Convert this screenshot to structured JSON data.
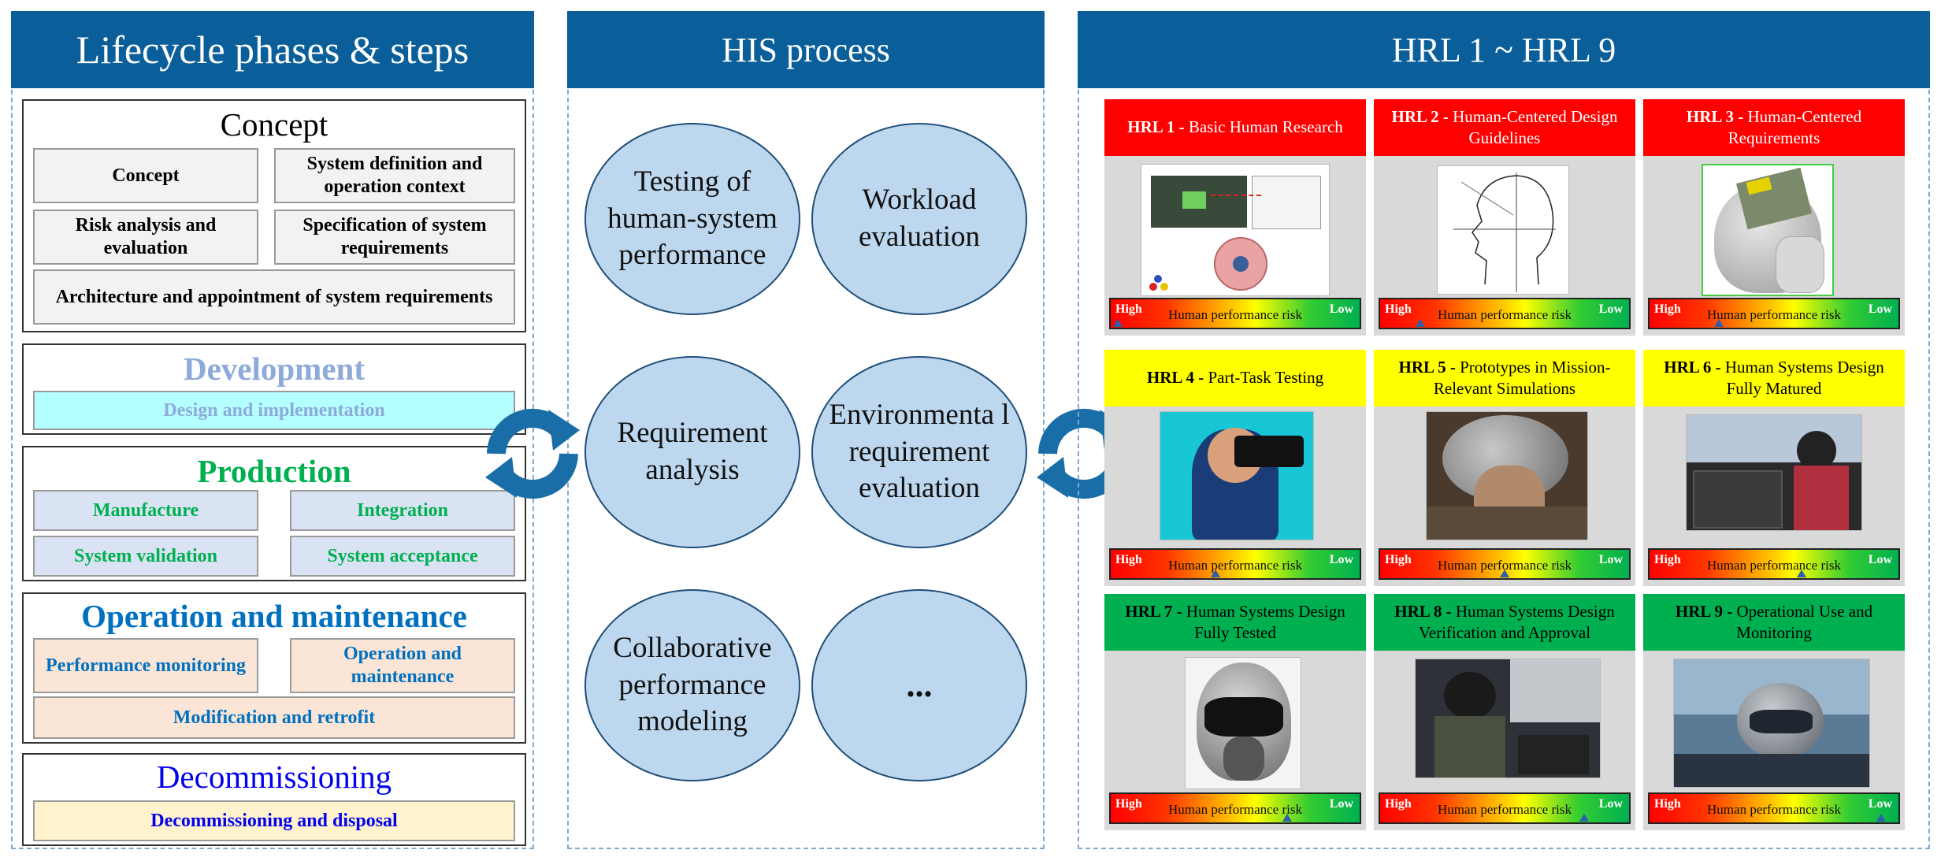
{
  "panels": {
    "lifecycle_header": "Lifecycle phases & steps",
    "his_header": "HIS process",
    "hrl_header": "HRL 1 ~ HRL 9"
  },
  "lifecycle": {
    "concept": {
      "title": "Concept",
      "steps": [
        "Concept",
        "System definition and operation context",
        "Risk analysis and evaluation",
        "Specification of system requirements",
        "Architecture and appointment of system requirements"
      ]
    },
    "development": {
      "title": "Development",
      "steps": [
        "Design and implementation"
      ]
    },
    "production": {
      "title": "Production",
      "steps": [
        "Manufacture",
        "Integration",
        "System validation",
        "System acceptance"
      ]
    },
    "operation": {
      "title": "Operation and maintenance",
      "steps": [
        "Performance monitoring",
        "Operation and maintenance",
        "Modification and retrofit"
      ]
    },
    "decommissioning": {
      "title": "Decommissioning",
      "steps": [
        "Decommissioning and disposal"
      ]
    }
  },
  "his_process": [
    "Testing of human-system performance",
    "Workload evaluation",
    "Requirement analysis",
    "Environmenta l requirement evaluation",
    "Collaborative performance modeling",
    "..."
  ],
  "hrl": {
    "risk_high": "High",
    "risk_low": "Low",
    "risk_label": "Human performance risk",
    "levels": [
      {
        "code": "HRL 1 - ",
        "name": "Basic Human Research",
        "color": "#ff0000",
        "risk_pos": 0.03
      },
      {
        "code": "HRL 2 - ",
        "name": "Human-Centered Design Guidelines",
        "color": "#ff0000",
        "risk_pos": 0.16
      },
      {
        "code": "HRL 3 - ",
        "name": "Human-Centered Requirements",
        "color": "#ff0000",
        "risk_pos": 0.28
      },
      {
        "code": "HRL 4 - ",
        "name": "Part-Task Testing",
        "color": "#ffff00",
        "risk_pos": 0.42
      },
      {
        "code": "HRL 5 - ",
        "name": "Prototypes in Mission-Relevant Simulations",
        "color": "#ffff00",
        "risk_pos": 0.5
      },
      {
        "code": "HRL 6 - ",
        "name": "Human Systems Design Fully Matured",
        "color": "#ffff00",
        "risk_pos": 0.61
      },
      {
        "code": "HRL 7 - ",
        "name": "Human Systems Design Fully Tested",
        "color": "#00b050",
        "risk_pos": 0.71
      },
      {
        "code": "HRL 8 - ",
        "name": "Human Systems Design Verification and Approval",
        "color": "#00b050",
        "risk_pos": 0.82
      },
      {
        "code": "HRL 9 - ",
        "name": "Operational Use and Monitoring",
        "color": "#00b050",
        "risk_pos": 0.93
      }
    ]
  },
  "colors": {
    "header_bg": "#0a5f9a",
    "development": "#8eaadb",
    "production": "#00b050",
    "operation": "#0070c0",
    "decommissioning": "#0000ee",
    "cycle_arrow": "#1a6ea8"
  }
}
